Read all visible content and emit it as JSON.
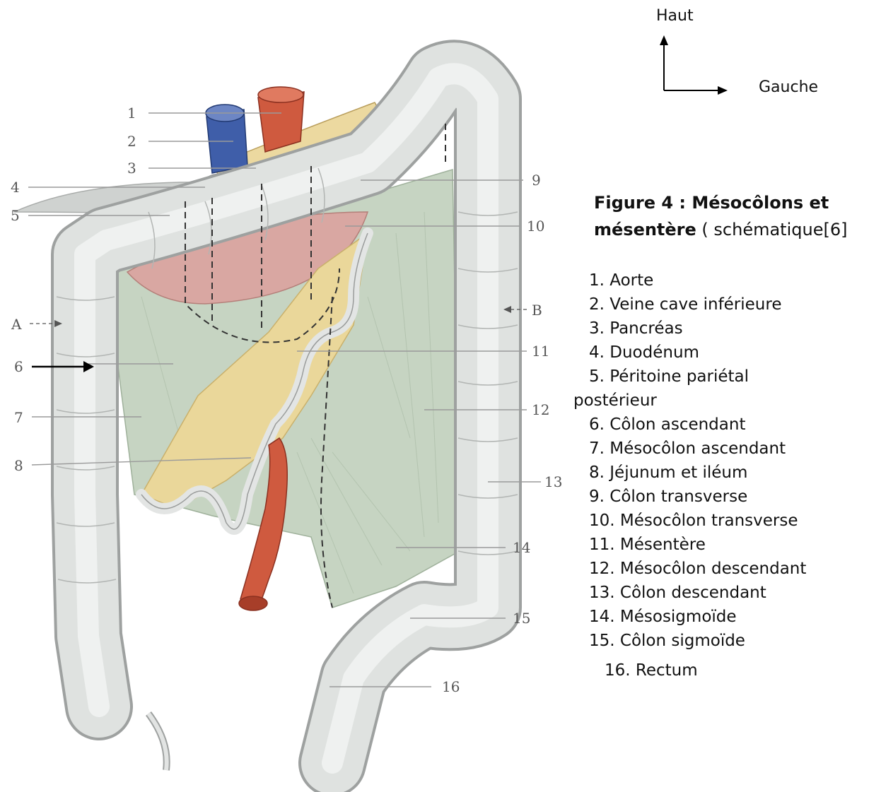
{
  "compass": {
    "up_label": "Haut",
    "right_label": "Gauche"
  },
  "figure": {
    "caption_bold": "Figure 4 : Mésocôlons et mésentère",
    "caption_rest": " (   schématique[6]",
    "side_labels": {
      "left": "A",
      "right": "B"
    },
    "callout_numbers": [
      "1",
      "2",
      "3",
      "4",
      "5",
      "6",
      "7",
      "8",
      "9",
      "10",
      "11",
      "12",
      "13",
      "14",
      "15",
      "16"
    ]
  },
  "legend": [
    "1. Aorte",
    "2. Veine cave inférieure",
    "3. Pancréas",
    "4. Duodénum",
    "5. Péritoine pariétal",
    "postérieur",
    "6. Côlon ascendant",
    "7. Mésocôlon ascendant",
    "8. Jéjunum et iléum",
    "9. Côlon transverse",
    "10. Mésocôlon transverse",
    "11. Mésentère",
    "12. Mésocôlon descendant",
    "13. Côlon descendant",
    "14. Mésosigmoïde",
    "15. Côlon sigmoïde",
    "16. Rectum"
  ],
  "colors": {
    "colon": "#dfe2e0",
    "mesocolon": "#c6d4c2",
    "mesentery": "#ead79a",
    "transverse_mesocolon": "#d9a7a2",
    "aorta": "#cf5a3f",
    "vena_cava": "#3f5ea9",
    "pancreas": "#ecd9a0"
  }
}
